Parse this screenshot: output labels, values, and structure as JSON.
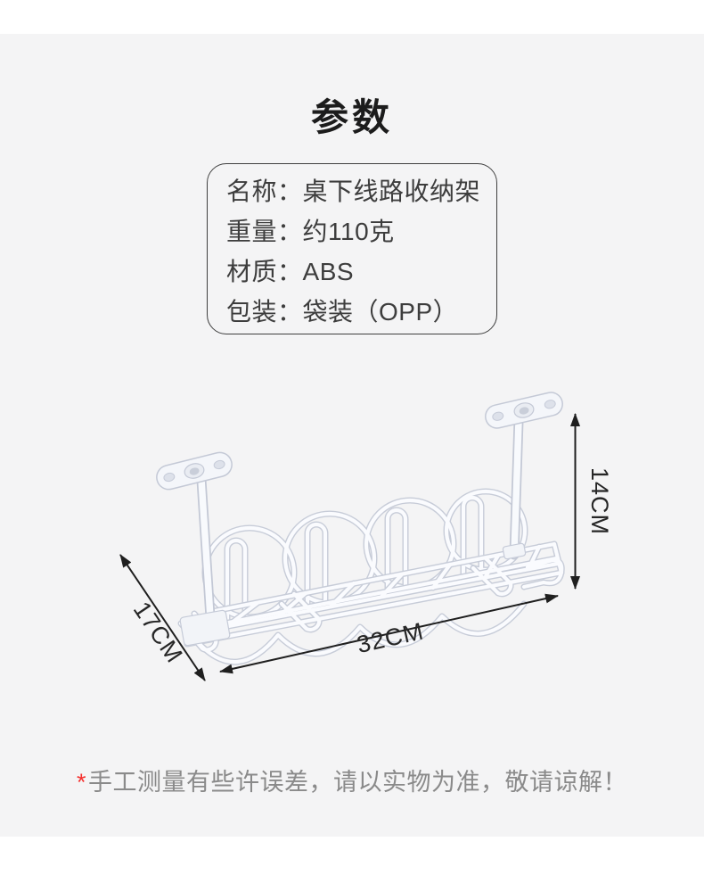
{
  "page": {
    "title": "参数"
  },
  "specs": {
    "colon": "：",
    "rows": [
      {
        "label": "名称",
        "value": "桌下线路收纳架"
      },
      {
        "label": "重量",
        "value": "约110克"
      },
      {
        "label": "材质",
        "value": "ABS"
      },
      {
        "label": "包装",
        "value": "袋装（OPP）"
      }
    ]
  },
  "product": {
    "dimensions": {
      "height": "14CM",
      "depth": "17CM",
      "length": "32CM"
    }
  },
  "footnote": {
    "asterisk": "*",
    "text": "手工测量有些许误差，请以实物为准，敬请谅解！"
  },
  "colors": {
    "page_background": "#f4f4f5",
    "band_white": "#ffffff",
    "title_text": "#1c1c1c",
    "spec_text": "#3d3d3d",
    "spec_border": "#3f3f3f",
    "dimension_text": "#262626",
    "footnote_text": "#8a8a8a",
    "footnote_asterisk": "#f5302e",
    "wire_edge": "#c7ccd8",
    "wire_fill": "#fafbfe"
  }
}
